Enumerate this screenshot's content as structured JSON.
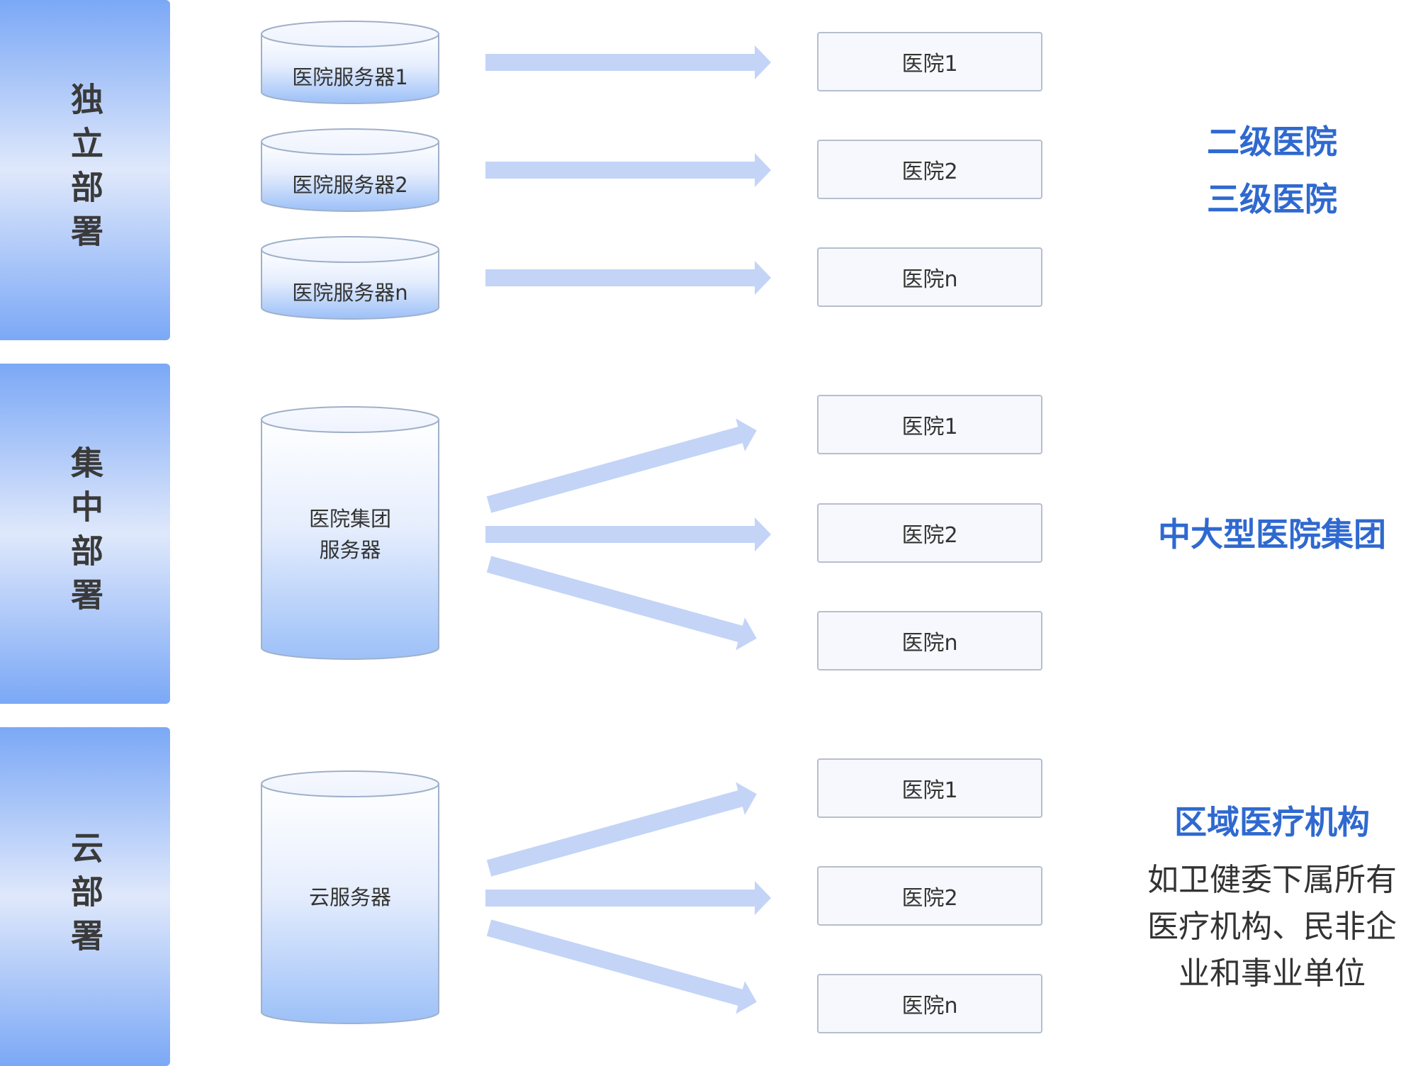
{
  "sections": [
    {
      "label": "独立部署",
      "servers": [
        "医院服务器1",
        "医院服务器2",
        "医院服务器n"
      ],
      "hospitals": [
        "医院1",
        "医院2",
        "医院n"
      ],
      "categories": [
        "二级医院",
        "三级医院"
      ]
    },
    {
      "label": "集中部署",
      "server_lines": [
        "医院集团",
        "服务器"
      ],
      "hospitals": [
        "医院1",
        "医院2",
        "医院n"
      ],
      "categories": [
        "中大型医院集团"
      ]
    },
    {
      "label": "云部署",
      "server_lines": [
        "云服务器"
      ],
      "hospitals": [
        "医院1",
        "医院2",
        "医院n"
      ],
      "categories": [
        "区域医疗机构"
      ],
      "description_lines": [
        "如卫健委下属所有",
        "医疗机构、民非企",
        "业和事业单位"
      ]
    }
  ],
  "colors": {
    "sidebar_edge": "#7ba8f6",
    "sidebar_mid": "#dfe8fb",
    "arrow": "#c3d4f7",
    "category_text": "#2f69d0",
    "box_border": "#b6bfcd",
    "box_fill": "#f6f8fd"
  }
}
